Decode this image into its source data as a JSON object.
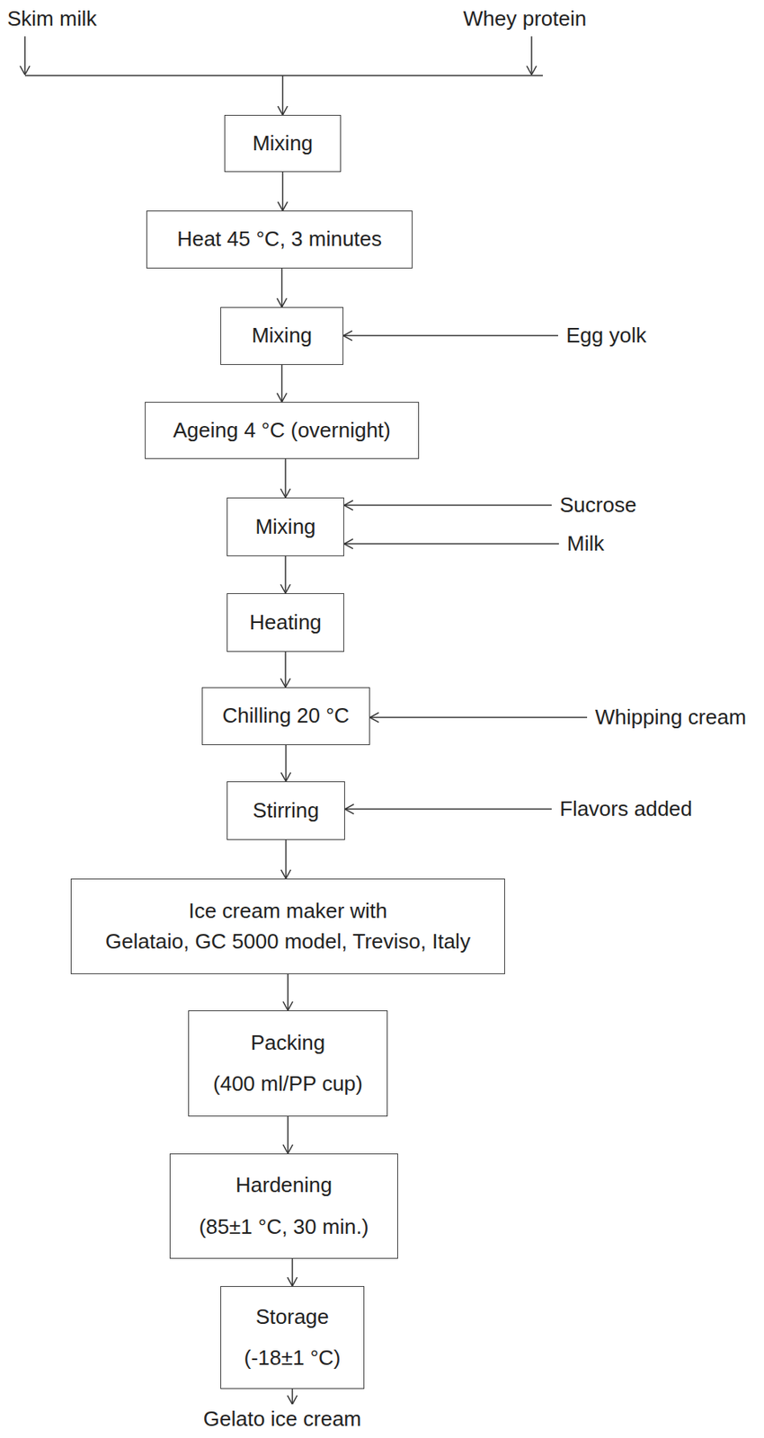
{
  "diagram": {
    "nodes": [
      {
        "text": [
          "Mixing"
        ]
      },
      {
        "text": [
          "Heat 45 °C, 3 minutes"
        ]
      },
      {
        "text": [
          "Mixing"
        ]
      },
      {
        "text": [
          "Ageing 4 °C (overnight)"
        ]
      },
      {
        "text": [
          "Mixing"
        ]
      },
      {
        "text": [
          "Heating"
        ]
      },
      {
        "text": [
          "Chilling 20 °C"
        ]
      },
      {
        "text": [
          "Stirring"
        ]
      },
      {
        "text": [
          "Ice cream maker with",
          "Gelataio, GC 5000 model, Treviso, Italy"
        ]
      },
      {
        "text": [
          "Packing",
          "(400 ml/PP cup)"
        ]
      },
      {
        "text": [
          "Hardening",
          "(85±1 °C, 30 min.)"
        ]
      },
      {
        "text": [
          "Storage",
          "(-18±1 °C)"
        ]
      }
    ],
    "edges": [
      {
        "from": 0,
        "to": 1,
        "arrow": "to"
      },
      {
        "from": 1,
        "to": 2,
        "arrow": "to"
      },
      {
        "from": 2,
        "to": 3,
        "arrow": "to"
      },
      {
        "from": 3,
        "to": 4,
        "arrow": "to"
      },
      {
        "from": 4,
        "to": 5,
        "arrow": "to"
      },
      {
        "from": 5,
        "to": 6,
        "arrow": "to"
      },
      {
        "from": 6,
        "to": 7,
        "arrow": "to"
      },
      {
        "from": 7,
        "to": 8,
        "arrow": "to"
      },
      {
        "from": 8,
        "to": 9,
        "arrow": "to"
      },
      {
        "from": 9,
        "to": 10,
        "arrow": "to"
      },
      {
        "from": 10,
        "to": 11,
        "arrow": "to"
      }
    ],
    "labels": [
      "Skim milk",
      "Whey protein",
      "Egg yolk",
      "Sucrose",
      "Milk",
      "Whipping cream",
      "Flavors added",
      "Gelato ice cream"
    ]
  }
}
